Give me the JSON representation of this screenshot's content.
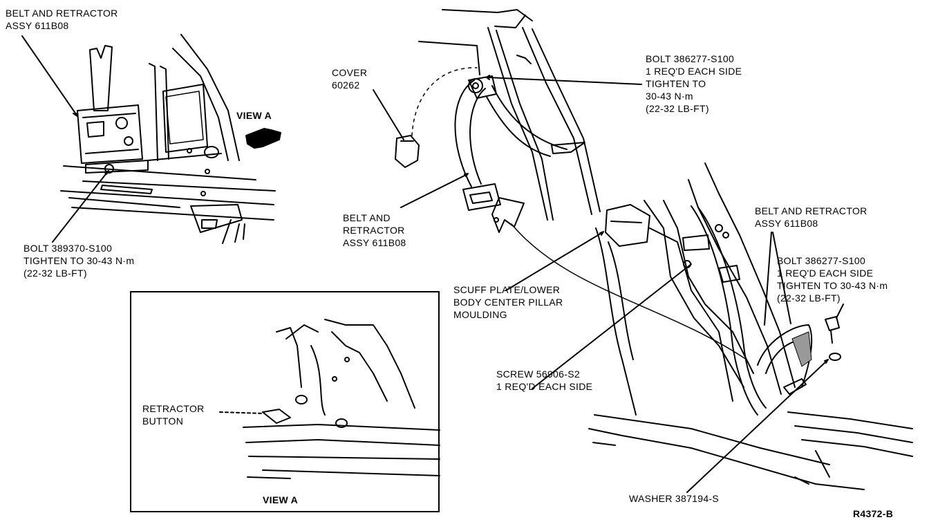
{
  "figure_id": "R4372-B",
  "labels": {
    "belt_retractor_topleft": [
      "BELT AND RETRACTOR",
      "ASSY 611B08"
    ],
    "view_a_arrow": "VIEW A",
    "bolt_389370": [
      "BOLT 389370-S100",
      "TIGHTEN TO 30-43 N·m",
      "(22-32 LB-FT)"
    ],
    "cover": [
      "COVER",
      "60262"
    ],
    "bolt_386277_top": [
      "BOLT 386277-S100",
      "1 REQ'D EACH SIDE",
      "TIGHTEN TO",
      "30-43 N·m",
      "(22-32 LB-FT)"
    ],
    "belt_retractor_center": [
      "BELT AND",
      "RETRACTOR",
      "ASSY 611B08"
    ],
    "belt_retractor_right": [
      "BELT AND RETRACTOR",
      "ASSY 611B08"
    ],
    "bolt_386277_right": [
      "BOLT 386277-S100",
      "1 REQ'D EACH SIDE",
      "TIGHTEN TO 30-43 N·m",
      "(22-32 LB-FT)"
    ],
    "scuff_plate": [
      "SCUFF PLATE/LOWER",
      "BODY CENTER PILLAR",
      "MOULDING"
    ],
    "screw": [
      "SCREW 56906-S2",
      "1 REQ'D EACH SIDE"
    ],
    "retractor_button": [
      "RETRACTOR",
      "BUTTON"
    ],
    "view_a_caption": "VIEW A",
    "washer": "WASHER 387194-S"
  }
}
